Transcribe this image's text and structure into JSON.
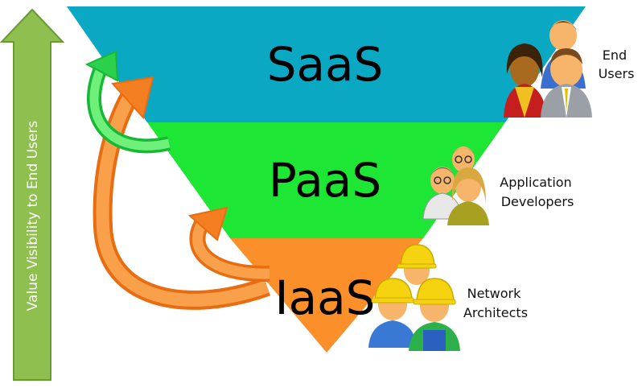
{
  "layers": [
    {
      "label": "SaaS",
      "color": "#0aa8c2"
    },
    {
      "label": "PaaS",
      "color": "#1ee634"
    },
    {
      "label": "IaaS",
      "color": "#fb8f2a"
    }
  ],
  "roles": [
    {
      "line1": "End",
      "line2": "Users"
    },
    {
      "line1": "Application",
      "line2": "Developers"
    },
    {
      "line1": "Network",
      "line2": "Architects"
    }
  ],
  "axis_label": "Value Visibility to End Users",
  "colors": {
    "axis_arrow_fill": "#8fbf4f",
    "axis_arrow_stroke": "#6a9a34",
    "arrow_orange": "#f47f22",
    "arrow_green": "#2bd14a",
    "hard_hat": "#f5d310",
    "worker_shirt": "#3a78d6",
    "skin": "#f6b56a"
  },
  "icons": [
    "business-people-icon",
    "developers-icon",
    "construction-workers-icon",
    "curved-arrow-icon",
    "up-arrow-icon"
  ]
}
